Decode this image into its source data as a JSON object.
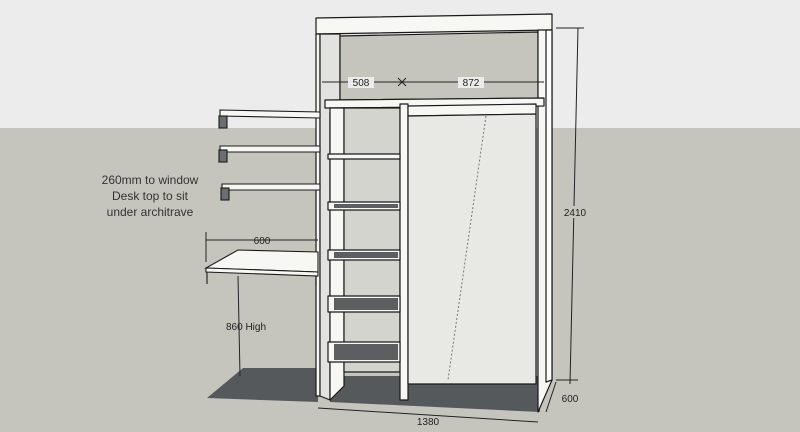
{
  "scene": {
    "sky_color": "#ececec",
    "ground_color": "#c5c5be",
    "panel_color": "#f7f7f4",
    "edge_color": "#1a1a1a",
    "shadow_color": "#55595c"
  },
  "annotation": {
    "lines": [
      "260mm to window",
      "Desk top to sit",
      "under architrave"
    ]
  },
  "dimensions": {
    "shelf_section_width": "508",
    "hanging_section_width": "872",
    "total_height": "2410",
    "desk_depth": "600",
    "desk_height": "860 High",
    "total_width": "1380",
    "unit_depth": "600"
  }
}
